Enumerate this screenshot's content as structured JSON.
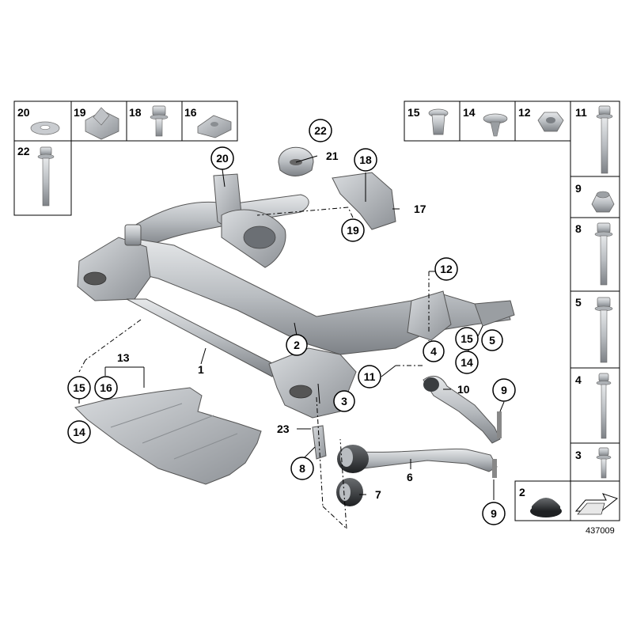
{
  "legend_left": {
    "row1": [
      "20",
      "19",
      "18",
      "16"
    ],
    "row2": [
      "22"
    ]
  },
  "legend_top_right": [
    "15",
    "14",
    "12"
  ],
  "legend_right_column": [
    "11",
    "9",
    "8",
    "5",
    "4",
    "3"
  ],
  "legend_bottom_right": [
    "2"
  ],
  "callouts": {
    "c1": "1",
    "c2": "2",
    "c3": "3",
    "c4": "4",
    "c5": "5",
    "c6": "6",
    "c7": "7",
    "c8": "8",
    "c9a": "9",
    "c9b": "9",
    "c10": "10",
    "c11": "11",
    "c12": "12",
    "c13": "13",
    "c14a": "14",
    "c14b": "14",
    "c15a": "15",
    "c15b": "15",
    "c16": "16",
    "c17": "17",
    "c18": "18",
    "c19": "19",
    "c20": "20",
    "c21": "21",
    "c22": "22",
    "c23": "23"
  },
  "reference_number": "437009",
  "colors": {
    "part_light": "#d8dadc",
    "part_mid": "#a9adb1",
    "part_dark": "#6d7176",
    "line": "#000000"
  }
}
